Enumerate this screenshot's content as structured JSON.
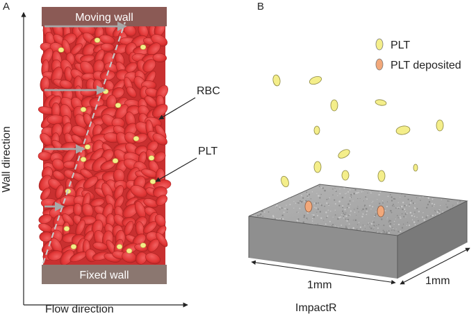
{
  "panel_a": {
    "letter": "A",
    "top_wall": "Moving wall",
    "bottom_wall": "Fixed wall",
    "rbc_label": "RBC",
    "plt_label": "PLT",
    "y_axis_label": "Wall direction",
    "x_axis_label": "Flow direction"
  },
  "panel_b": {
    "letter": "B",
    "legend": [
      {
        "label": "PLT",
        "color": "#f4ee8a"
      },
      {
        "label": "PLT deposited",
        "color": "#f2a87a"
      }
    ],
    "dim_front": "1mm",
    "dim_side": "1mm",
    "caption": "ImpactR"
  },
  "colors": {
    "rbc": "#e23d3d",
    "rbc_dark": "#b42525",
    "platelet": "#f4ee8a",
    "deposited": "#f2a87a",
    "wall": "#8b5a55",
    "wall_bottom": "#8b7770",
    "velocity_arrow": "#a8a8a8",
    "block_top": "#a9a9a9",
    "block_front": "#8f8f8f",
    "block_side": "#7a7a7a"
  }
}
